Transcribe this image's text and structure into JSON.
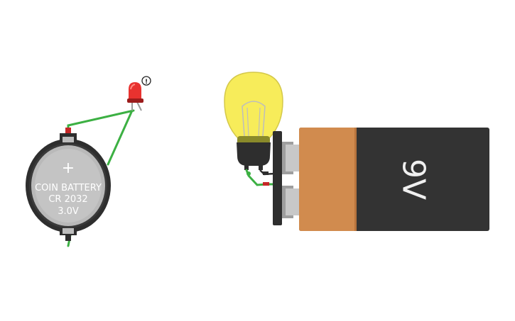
{
  "coin_battery": {
    "line1": "COIN BATTERY",
    "line2": "CR 2032",
    "line3": "3.0V",
    "plus_symbol": "+"
  },
  "nine_volt_battery": {
    "label": "9V"
  },
  "led": {
    "warning_symbol": "!"
  },
  "colors": {
    "wire": "#3cb043",
    "led_red": "#e8322f",
    "bulb_yellow": "#f7ec5a",
    "battery_copper": "#d18b4e",
    "battery_body": "#333333"
  }
}
